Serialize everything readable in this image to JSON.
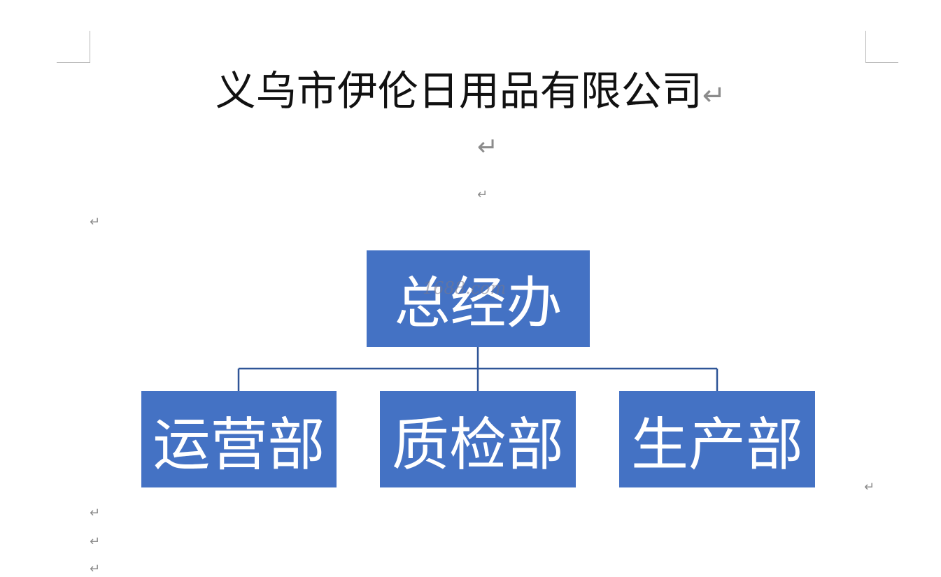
{
  "document": {
    "title": "义乌市伊伦日用品有限公司",
    "paragraph_mark": "↵"
  },
  "org_chart": {
    "top": "总经办",
    "departments": [
      "运营部",
      "质检部",
      "生产部"
    ],
    "box_color": "#4472c4",
    "connector_color": "#2f5597"
  },
  "watermark": "1688.com"
}
